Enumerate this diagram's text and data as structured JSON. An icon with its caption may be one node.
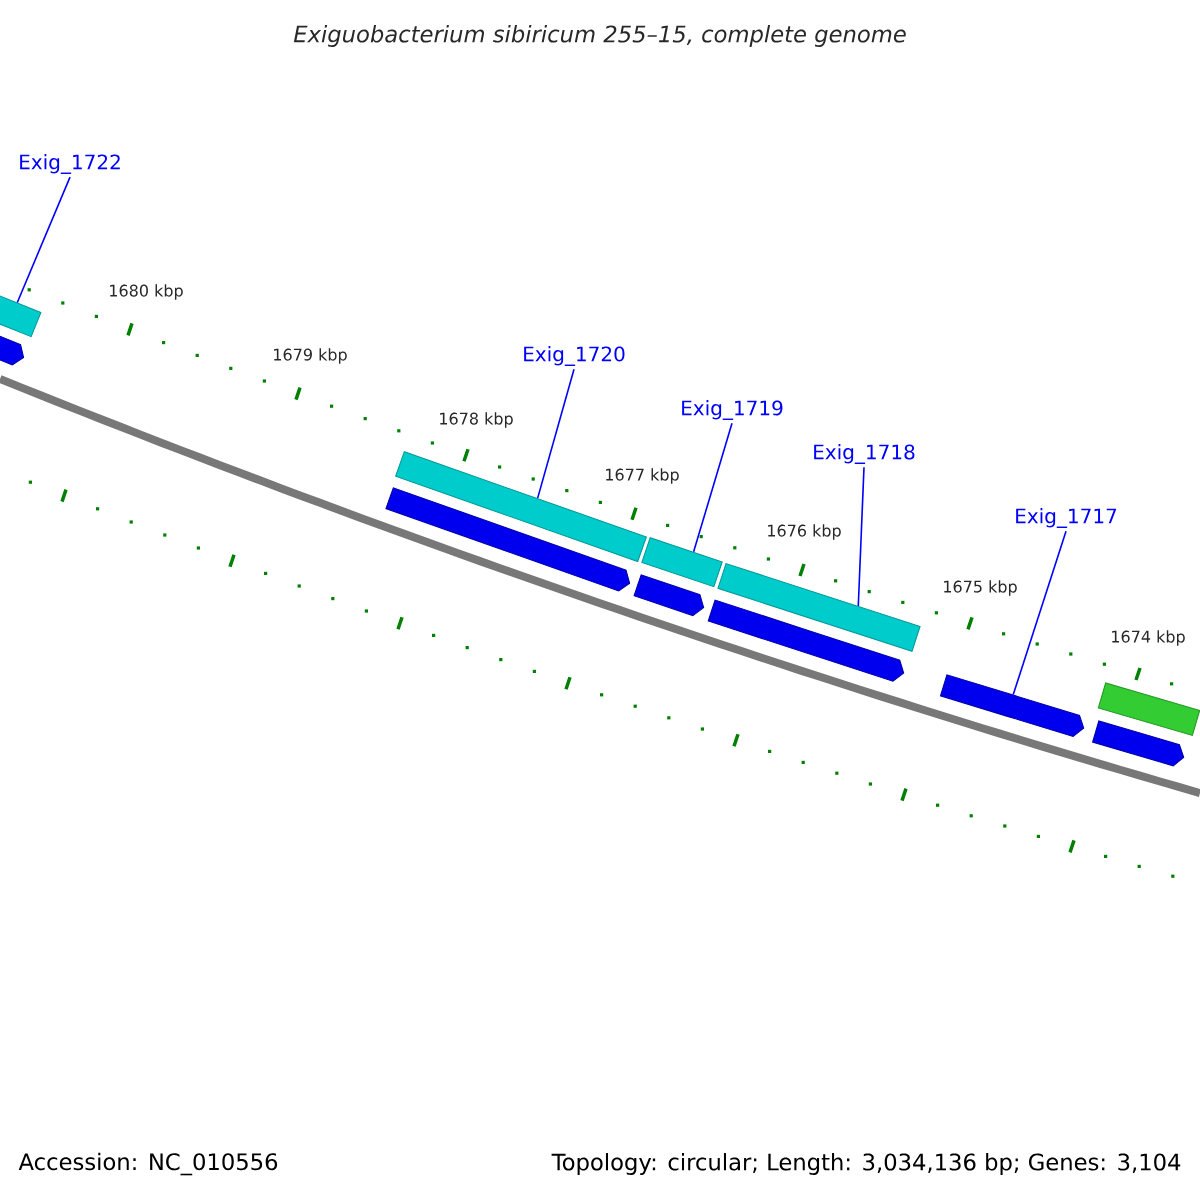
{
  "diagram": {
    "title": "Exiguobacterium sibiricum 255–15, complete genome",
    "nodes": [
      {
        "text": [
          "Exig_1722"
        ]
      },
      {
        "text": [
          "Exig_1720"
        ]
      },
      {
        "text": [
          "Exig_1719"
        ]
      },
      {
        "text": [
          "Exig_1718"
        ]
      },
      {
        "text": [
          "Exig_1717"
        ]
      },
      {
        "text": [],
        "shape": "bar"
      },
      {
        "text": [],
        "shape": "arrow"
      },
      {
        "text": [],
        "shape": "arrow"
      },
      {
        "text": [],
        "shape": "bar"
      },
      {
        "text": [],
        "shape": "arrow"
      },
      {
        "text": [],
        "shape": "bar"
      },
      {
        "text": [],
        "shape": "arrow"
      },
      {
        "text": [],
        "shape": "bar"
      },
      {
        "text": [],
        "shape": "arrow"
      },
      {
        "text": [],
        "shape": "arrow"
      },
      {
        "text": [],
        "shape": "bar"
      }
    ],
    "edges": [
      {
        "from": 0,
        "to": 5,
        "arrow": "none"
      },
      {
        "from": 1,
        "to": 8,
        "arrow": "none"
      },
      {
        "from": 2,
        "to": 10,
        "arrow": "none"
      },
      {
        "from": 3,
        "to": 12,
        "arrow": "none"
      },
      {
        "from": 4,
        "to": 13,
        "arrow": "none"
      }
    ],
    "labels": [
      "1680 kbp",
      "1679 kbp",
      "1678 kbp",
      "1677 kbp",
      "1676 kbp",
      "1675 kbp",
      "1674 kbp",
      "Accession: NC_010556",
      "Topology: circular; Length: 3,034,136 bp; Genes: 3,104"
    ]
  }
}
